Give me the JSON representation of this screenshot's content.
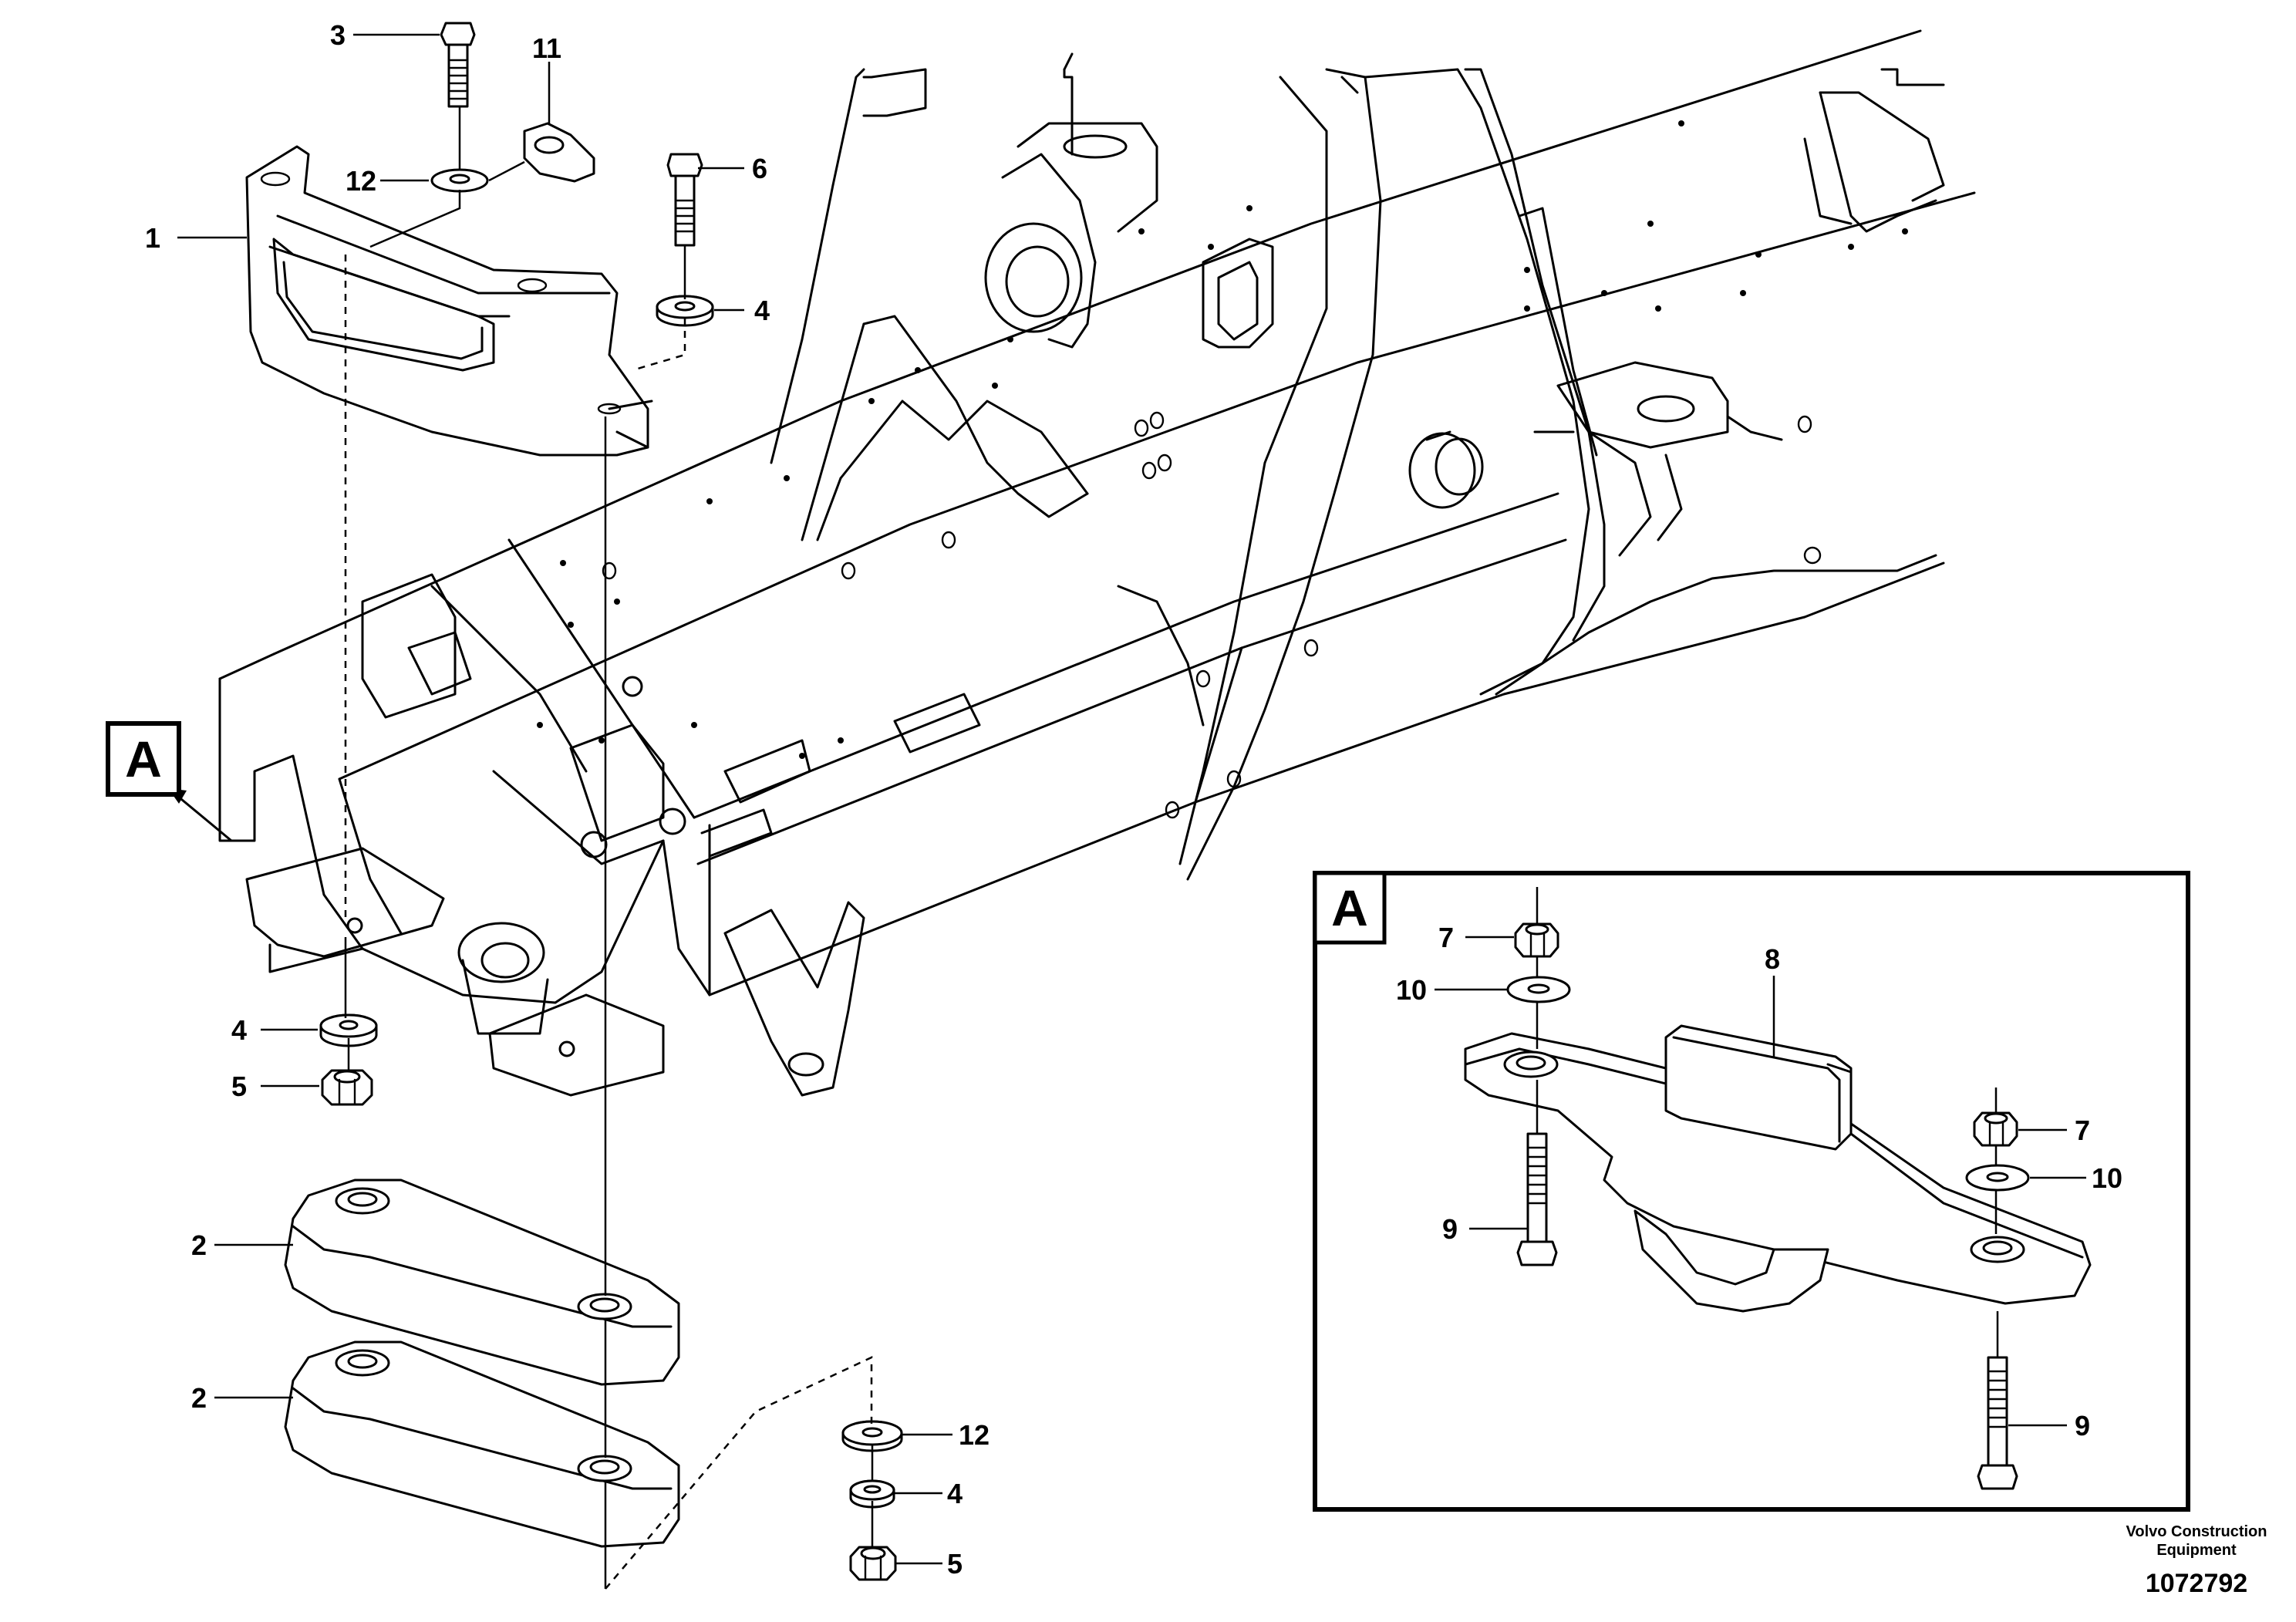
{
  "callouts": {
    "c1": "1",
    "c2a": "2",
    "c2b": "2",
    "c3": "3",
    "c4a": "4",
    "c4b": "4",
    "c4c": "4",
    "c5a": "5",
    "c5b": "5",
    "c6": "6",
    "c7a": "7",
    "c7b": "7",
    "c8": "8",
    "c9a": "9",
    "c9b": "9",
    "c10a": "10",
    "c10b": "10",
    "c11": "11",
    "c12a": "12",
    "c12b": "12"
  },
  "view_marker": "A",
  "detail_label": "A",
  "footer": {
    "brand_line1": "Volvo Construction",
    "brand_line2": "Equipment",
    "drawing_number": "1072792"
  }
}
